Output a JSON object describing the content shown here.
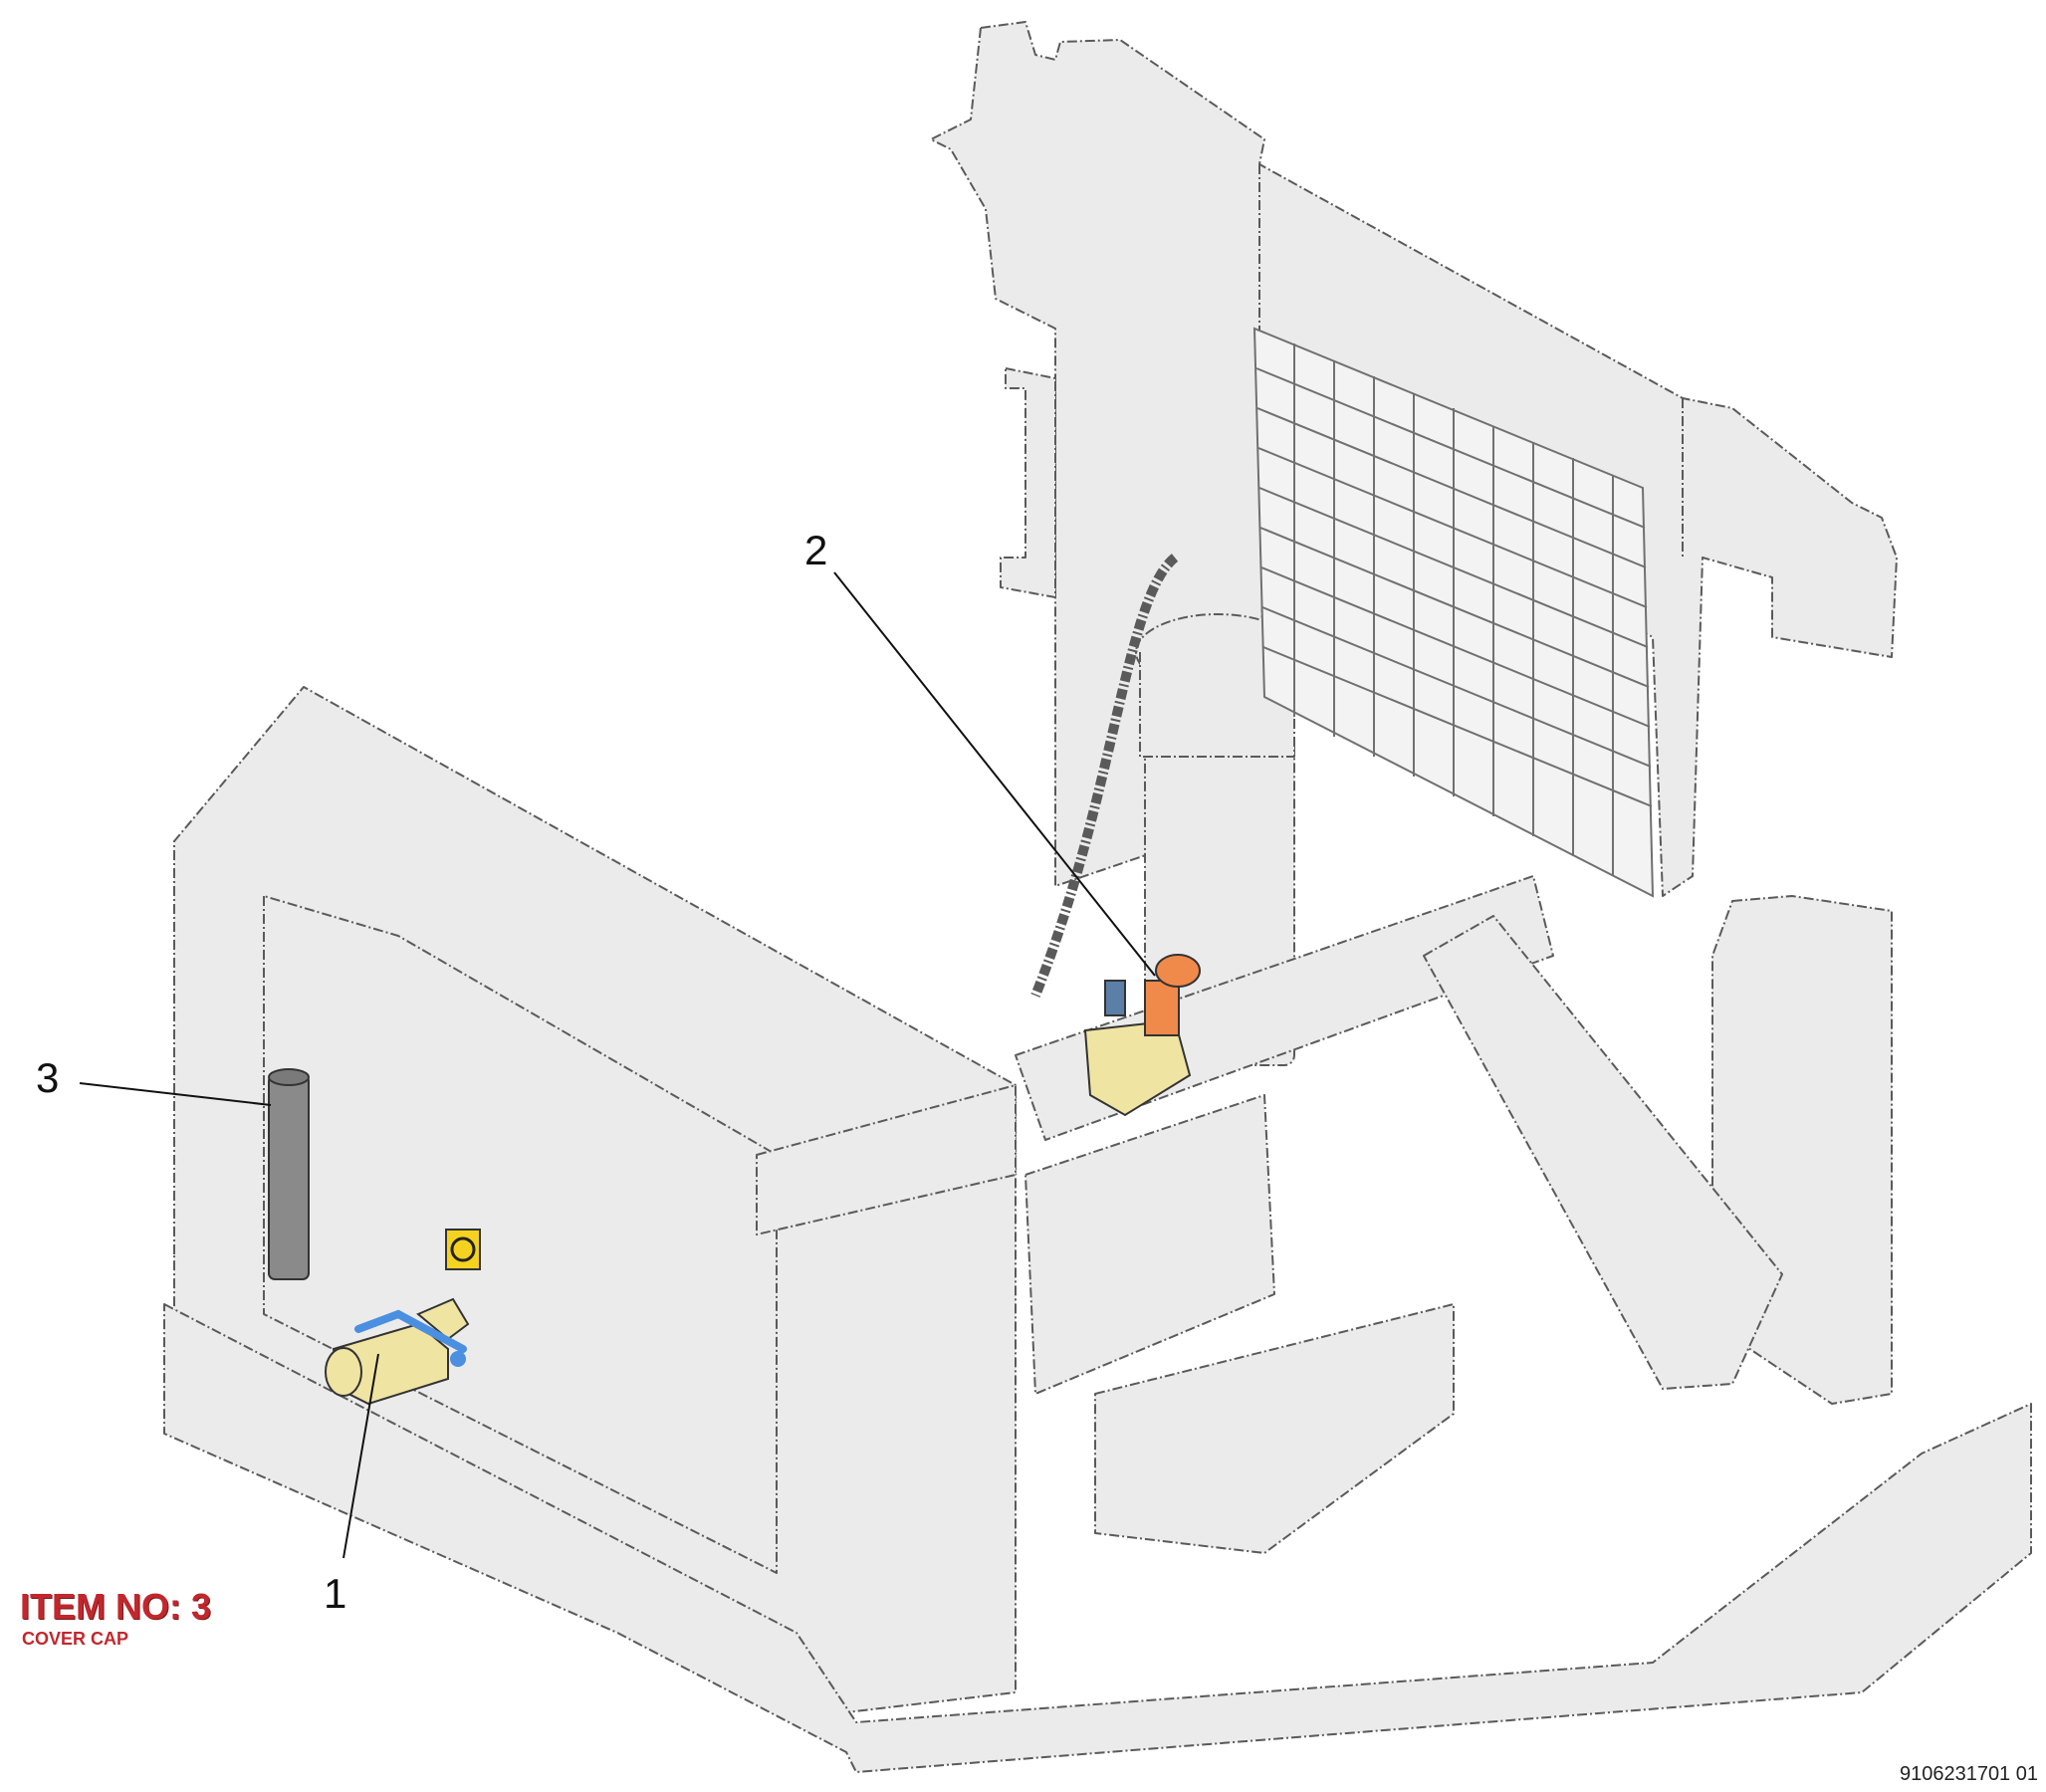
{
  "callouts": [
    {
      "number": "1"
    },
    {
      "number": "2"
    },
    {
      "number": "3"
    }
  ],
  "item_label": {
    "title": "ITEM NO: 3",
    "subtitle": "COVER CAP"
  },
  "document_number": "9106231701 01",
  "colors": {
    "part_fill": "#ebebeb",
    "outline": "#5a5a5a",
    "ball_valve_body": "#efe4a2",
    "valve_handle": "#4a8fe0",
    "pump_fitting": "#f08a4b",
    "cover_cap": "#8a8a8a",
    "item_label": "#c2272d"
  }
}
